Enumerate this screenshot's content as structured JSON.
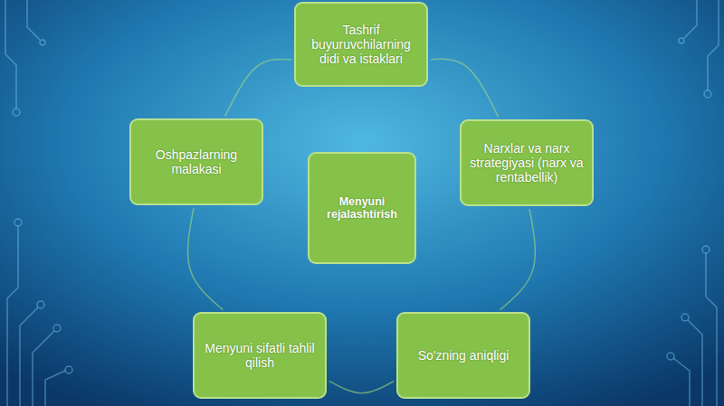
{
  "diagram": {
    "nodes": [
      {
        "text": [
          "Menyuni rejalashtirish"
        ]
      },
      {
        "text": [
          "Tashrif buyuruvchilarning didi va istaklari"
        ]
      },
      {
        "text": [
          "Narxlar va narx strategiyasi (narx va rentabellik)"
        ]
      },
      {
        "text": [
          "So'zning aniqligi"
        ]
      },
      {
        "text": [
          "Menyuni sifatli tahlil qilish"
        ]
      },
      {
        "text": [
          "Oshpazlarning malakasi"
        ]
      }
    ],
    "edges": [
      {
        "from": 1,
        "to": 2,
        "arrow": "none"
      },
      {
        "from": 2,
        "to": 3,
        "arrow": "none"
      },
      {
        "from": 3,
        "to": 4,
        "arrow": "none"
      },
      {
        "from": 4,
        "to": 5,
        "arrow": "none"
      },
      {
        "from": 5,
        "to": 1,
        "arrow": "none"
      }
    ]
  }
}
